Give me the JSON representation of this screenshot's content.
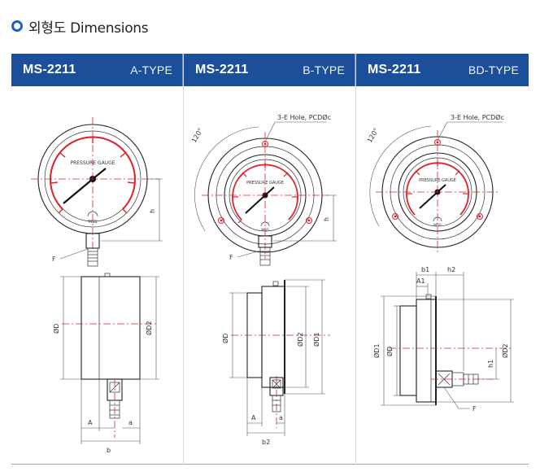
{
  "section": {
    "title": "외형도 Dimensions"
  },
  "columns": [
    {
      "model": "MS-2211",
      "type": "A-TYPE",
      "gauge_text": "PRESSURE GAUGE",
      "brand": "MSS",
      "labels": {
        "h": "h",
        "F": "F",
        "D": "ØD",
        "D2": "ØD2",
        "A": "A",
        "a": "a",
        "b": "b"
      }
    },
    {
      "model": "MS-2211",
      "type": "B-TYPE",
      "gauge_text": "PRESSURE GAUGE",
      "brand": "MSS",
      "labels": {
        "hole": "3-E Hole, PCDØc",
        "angle": "120°",
        "h": "h",
        "F": "F",
        "D": "ØD",
        "D2": "ØD2",
        "D1": "ØD1",
        "A": "A",
        "a": "a",
        "b2": "b2"
      }
    },
    {
      "model": "MS-2211",
      "type": "BD-TYPE",
      "gauge_text": "PRESSURE GAUGE",
      "brand": "MSS",
      "labels": {
        "hole": "3-E Hole, PCDØc",
        "angle": "120°",
        "b1": "b1",
        "h2": "h2",
        "A1": "A1",
        "D1": "ØD1",
        "D": "ØD",
        "h1": "h1",
        "D2": "ØD2",
        "F": "F"
      }
    }
  ],
  "colors": {
    "header": "#1b4f99",
    "accent": "#e0202a",
    "bullet": "#1f63b7"
  }
}
